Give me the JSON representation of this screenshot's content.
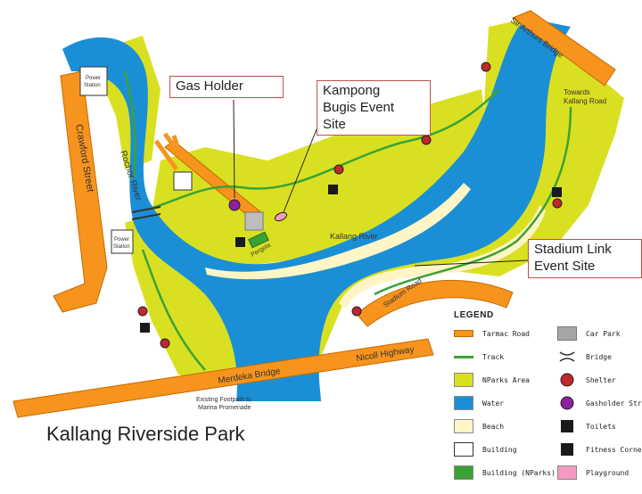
{
  "title": "Kallang Riverside Park",
  "callouts": {
    "gas_holder": "Gas Holder",
    "kampong": [
      "Kampong",
      "Bugis Event",
      "Site"
    ],
    "stadium": [
      "Stadium Link",
      "Event Site"
    ]
  },
  "map_labels": {
    "sir_arthurs_bridge": "Sir Arthurs Bridge",
    "towards_kallang_road": [
      "Towards",
      "Kallang Road"
    ],
    "power_station_top": [
      "Power",
      "Station"
    ],
    "power_station_mid": [
      "Power",
      "Station"
    ],
    "crawford_street": "Crawford Street",
    "rochor_river": "Rochor River",
    "kallang_river": "Kallang River",
    "stadium_road": "Stadium Road",
    "merdeka_bridge": "Merdeka Bridge",
    "nicoll_highway": "Nicoll Highway",
    "pergola": "Pergola",
    "existing_footpath": [
      "Existing Footpath to",
      "Marina Promenade"
    ]
  },
  "legend": {
    "title": "LEGEND",
    "items": [
      {
        "label": "Tarmac Road",
        "swatch": "road",
        "color": "#f7941d"
      },
      {
        "label": "Car Park",
        "swatch": "carpark",
        "color": "#a6a6a6"
      },
      {
        "label": "Track",
        "swatch": "track",
        "color": "#3aa335"
      },
      {
        "label": "Bridge",
        "swatch": "bridge",
        "color": "#333333"
      },
      {
        "label": "NParks Area",
        "swatch": "fill",
        "color": "#d9e021"
      },
      {
        "label": "Shelter",
        "swatch": "shelter",
        "color": "#c1272d"
      },
      {
        "label": "Water",
        "swatch": "fill",
        "color": "#1b8fd6"
      },
      {
        "label": "Gasholder Structure",
        "swatch": "gasholder",
        "color": "#8e1fa1"
      },
      {
        "label": "Beach",
        "swatch": "fill",
        "color": "#fff5c6"
      },
      {
        "label": "Toilets",
        "swatch": "toilet",
        "color": "#1a1a1a"
      },
      {
        "label": "Building",
        "swatch": "building",
        "color": "#ffffff"
      },
      {
        "label": "Fitness Corner",
        "swatch": "fitness",
        "color": "#1a1a1a"
      },
      {
        "label": "Building (NParks)",
        "swatch": "fill",
        "color": "#3aa335"
      },
      {
        "label": "Playground",
        "swatch": "fill",
        "color": "#f49ac1"
      }
    ]
  }
}
